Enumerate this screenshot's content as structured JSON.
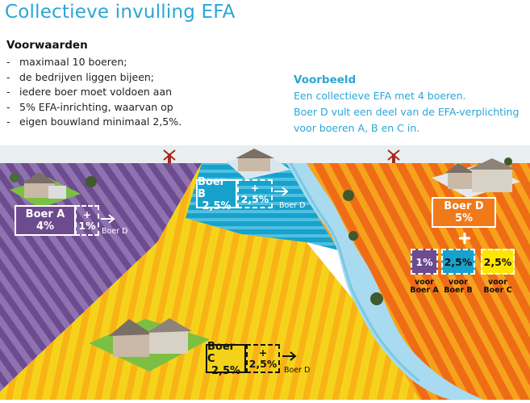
{
  "title": "Collectieve invulling EFA",
  "conditions": {
    "heading": "Voorwaarden",
    "items": [
      "maximaal 10 boeren;",
      "de bedrijven liggen bijeen;",
      "iedere boer moet voldoen aan",
      "5% EFA-inrichting, waarvan op",
      "eigen bouwland minimaal 2,5%."
    ]
  },
  "example": {
    "heading": "Voorbeeld",
    "lines": [
      "Een collectieve EFA met 4 boeren.",
      "Boer D vult een deel van de EFA-verplichting",
      "voor boeren A, B en C in."
    ]
  },
  "farms": {
    "a": {
      "name": "Boer A",
      "own": "4%",
      "plus": "+",
      "extra": "1%",
      "target": "Boer D",
      "color": "#6e4a8e"
    },
    "b": {
      "name": "Boer B",
      "own": "2,5%",
      "plus": "+",
      "extra": "2,5%",
      "target": "Boer D",
      "color": "#1aa7cf"
    },
    "c": {
      "name": "Boer C",
      "own": "2,5%",
      "plus": "+",
      "extra": "2,5%",
      "target": "Boer D",
      "color": "#f3d21a"
    },
    "d": {
      "name": "Boer D",
      "own": "5%",
      "plus": "+",
      "color": "#f07a1a"
    }
  },
  "shares": [
    {
      "value": "1%",
      "caption_top": "voor",
      "caption_bottom": "Boer A",
      "bg": "#6e4a8e",
      "fg": "#ffffff"
    },
    {
      "value": "2,5%",
      "caption_top": "voor",
      "caption_bottom": "Boer B",
      "bg": "#1aa7cf",
      "fg": "#111111"
    },
    {
      "value": "2,5%",
      "caption_top": "voor",
      "caption_bottom": "Boer C",
      "bg": "#ffe600",
      "fg": "#111111"
    }
  ]
}
